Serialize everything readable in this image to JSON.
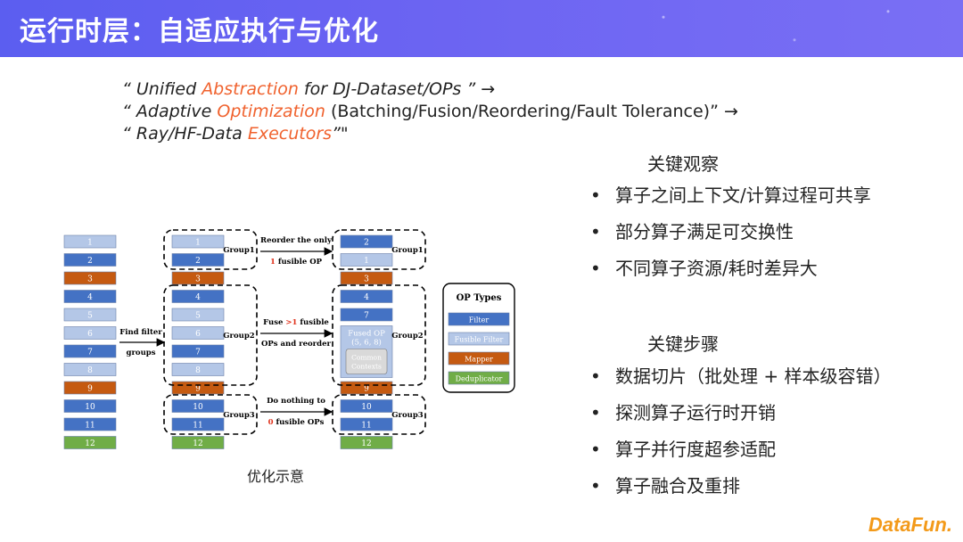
{
  "title": "运行时层：自适应执行与优化",
  "lines": [
    {
      "q1": "“ ",
      "a": "Unified ",
      "h": "Abstraction",
      "b": " for DJ-Dataset/OPs",
      "q2": " ”",
      "tail": "  →"
    },
    {
      "q1": "“ ",
      "a": "Adaptive ",
      "h": "Optimization",
      "b": " (Batching/Fusion/Reordering/Fault Tolerance)",
      "q2": "”",
      "tail": "  →"
    },
    {
      "q1": "“ ",
      "a": "Ray/HF-Data ",
      "h": "Executors",
      "b": "",
      "q2": "”\"",
      "tail": ""
    }
  ],
  "observations": {
    "heading": "关键观察",
    "items": [
      "算子之间上下文/计算过程可共享",
      "部分算子满足可交换性",
      "不同算子资源/耗时差异大"
    ]
  },
  "steps": {
    "heading": "关键步骤",
    "items": [
      "数据切片（批处理 + 样本级容错）",
      "探测算子运行时开销",
      "算子并行度超参适配",
      "算子融合及重排"
    ]
  },
  "caption": "优化示意",
  "logo": "DataFun.",
  "diagram": {
    "colors": {
      "filter": "#4472c4",
      "fusible": "#b4c7e7",
      "mapper": "#c55a11",
      "dedup": "#70ad47"
    },
    "left_ops": [
      {
        "label": "1",
        "type": "fusible"
      },
      {
        "label": "2",
        "type": "filter"
      },
      {
        "label": "3",
        "type": "mapper"
      },
      {
        "label": "4",
        "type": "filter"
      },
      {
        "label": "5",
        "type": "fusible"
      },
      {
        "label": "6",
        "type": "fusible"
      },
      {
        "label": "7",
        "type": "filter"
      },
      {
        "label": "8",
        "type": "fusible"
      },
      {
        "label": "9",
        "type": "mapper"
      },
      {
        "label": "10",
        "type": "filter"
      },
      {
        "label": "11",
        "type": "filter"
      },
      {
        "label": "12",
        "type": "dedup"
      }
    ],
    "mid_ops": [
      {
        "label": "1",
        "type": "fusible"
      },
      {
        "label": "2",
        "type": "filter"
      },
      {
        "label": "3",
        "type": "mapper"
      },
      {
        "label": "4",
        "type": "filter"
      },
      {
        "label": "5",
        "type": "fusible"
      },
      {
        "label": "6",
        "type": "fusible"
      },
      {
        "label": "7",
        "type": "filter"
      },
      {
        "label": "8",
        "type": "fusible"
      },
      {
        "label": "9",
        "type": "mapper"
      },
      {
        "label": "10",
        "type": "filter"
      },
      {
        "label": "11",
        "type": "filter"
      },
      {
        "label": "12",
        "type": "dedup"
      }
    ],
    "right_ops": [
      {
        "label": "2",
        "type": "filter"
      },
      {
        "label": "1",
        "type": "fusible"
      },
      {
        "label": "3",
        "type": "mapper"
      },
      {
        "label": "4",
        "type": "filter"
      },
      {
        "label": "7",
        "type": "filter"
      },
      {
        "label": "fused",
        "type": "fused"
      },
      {
        "label": "9",
        "type": "mapper"
      },
      {
        "label": "10",
        "type": "filter"
      },
      {
        "label": "11",
        "type": "filter"
      },
      {
        "label": "12",
        "type": "dedup"
      }
    ],
    "fused": {
      "title": "Fused OP",
      "members": "(5, 6, 8)",
      "common1": "Common",
      "common2": "Contexts"
    },
    "find_filter": [
      "Find filter",
      "groups"
    ],
    "groups": [
      "Group1",
      "Group2",
      "Group3"
    ],
    "actions": [
      {
        "pre": "Reorder the only",
        "num": "1",
        "post": " fusible OP"
      },
      {
        "pre": "Fuse ",
        "num": ">1",
        "post": " fusible",
        "line2": "OPs and reorder"
      },
      {
        "pre": "Do nothing to",
        "num": "0",
        "post": " fusible OPs"
      }
    ],
    "legend": {
      "title": "OP Types",
      "items": [
        {
          "label": "Filter",
          "type": "filter"
        },
        {
          "label": "Fusible Filter",
          "type": "fusible"
        },
        {
          "label": "Mapper",
          "type": "mapper"
        },
        {
          "label": "Deduplicator",
          "type": "dedup"
        }
      ]
    }
  }
}
